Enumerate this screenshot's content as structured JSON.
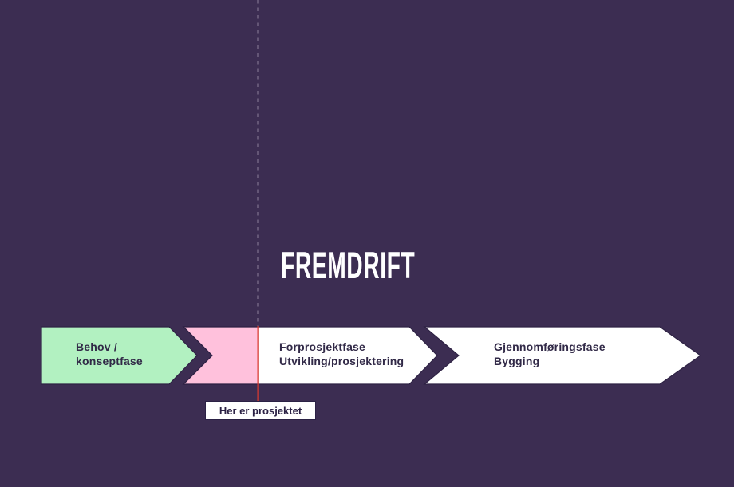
{
  "title": "FREMDRIFT",
  "phases": [
    {
      "line1": "Behov /",
      "line2": "konseptfase",
      "fill": "#B2F1C1"
    },
    {
      "line1": "Forprosjektfase",
      "line2": "Utvikling/prosjektering",
      "fill": "#FFFFFF"
    },
    {
      "line1": "Gjennomføringsfase",
      "line2": "Bygging",
      "fill": "#FFFFFF"
    }
  ],
  "marker": {
    "label": "Her er prosjektet",
    "line_color": "#E03A2F",
    "progress_color": "#FFC1DC"
  },
  "colors": {
    "background": "#3C2D52",
    "dashed_line": "#D8D0E2",
    "arrow_outline": "#2E2244",
    "label_text": "#312947",
    "title_text": "#FFFFFF"
  }
}
